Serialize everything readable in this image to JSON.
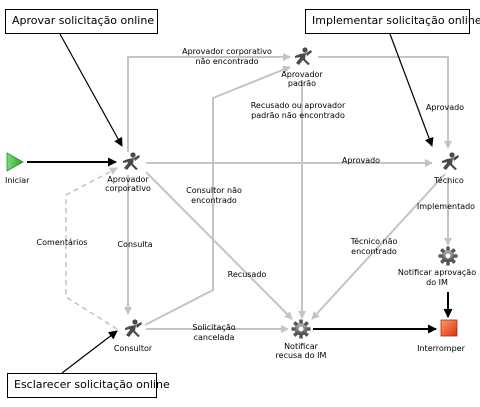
{
  "callouts": {
    "approve": "Aprovar solicitação online",
    "implement": "Implementar solicitação online",
    "clarify": "Esclarecer solicitação online"
  },
  "nodes": {
    "start": "Iniciar",
    "corp_approver_1": "Aprovador",
    "corp_approver_2": "corporativo",
    "default_approver_1": "Aprovador",
    "default_approver_2": "padrão",
    "technician": "Técnico",
    "consultant": "Consultor",
    "notify_reject_1": "Notificar",
    "notify_reject_2": "recusa do IM",
    "notify_approve_1": "Notificar aprovação",
    "notify_approve_2": "do IM",
    "stop": "Interromper"
  },
  "edges": {
    "corp_not_found_1": "Aprovador corporativo",
    "corp_not_found_2": "não encontrado",
    "rejected_or_default_1": "Recusado ou aprovador",
    "rejected_or_default_2": "padrão não encontrado",
    "approved_top": "Aprovado",
    "approved_mid": "Aprovado",
    "consultant_not_found_1": "Consultor não",
    "consultant_not_found_2": "encontrado",
    "implemented": "Implementado",
    "comments": "Comentários",
    "consult": "Consulta",
    "technician_not_found_1": "Técnico não",
    "technician_not_found_2": "encontrado",
    "rejected": "Recusado",
    "request_cancelled_1": "Solicitação",
    "request_cancelled_2": "cancelada"
  },
  "colors": {
    "connector": "#c4c4c4",
    "flow_strong": "#000000",
    "start_green": "#3cb83c",
    "stop_red": "#e8401c",
    "actor_gray": "#4a4a4a"
  },
  "icons": {
    "start": "play-triangle-icon",
    "actor": "running-person-icon",
    "automation": "gear-icon",
    "stop": "stop-square-icon"
  }
}
